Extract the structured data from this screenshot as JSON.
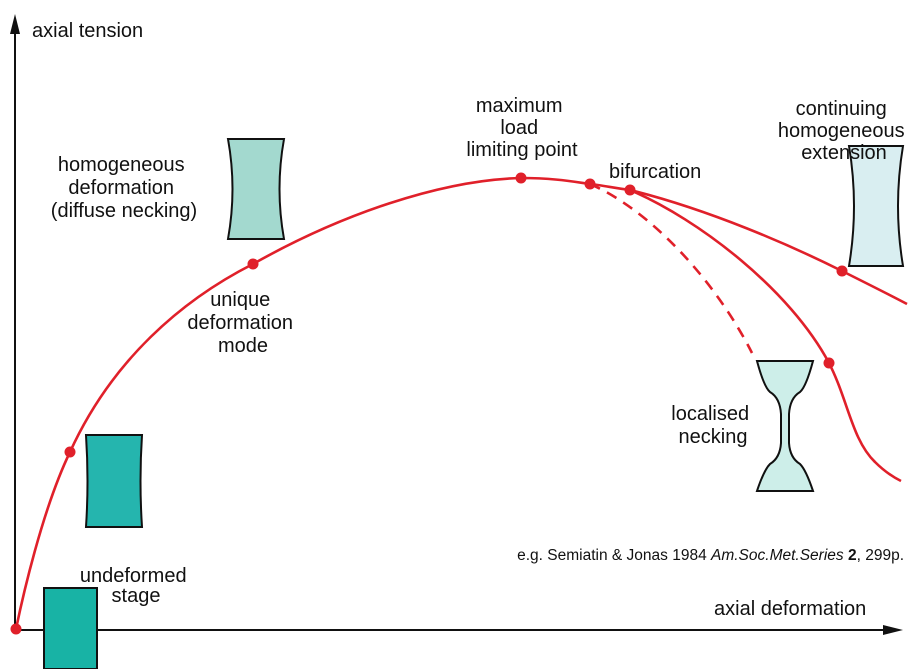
{
  "axes": {
    "y_label": "axial tension",
    "x_label": "axial deformation"
  },
  "labels": {
    "undeformed": [
      "undeformed",
      "stage"
    ],
    "homogeneous": [
      "homogeneous",
      "deformation",
      "(diffuse necking)"
    ],
    "unique": [
      "unique",
      "deformation",
      "mode"
    ],
    "maximum": [
      "maximum",
      "load",
      "limiting point"
    ],
    "bifurcation": "bifurcation",
    "continuing": [
      "continuing",
      "homogeneous",
      "extension"
    ],
    "localised": [
      "localised",
      "necking"
    ]
  },
  "reference": {
    "prefix": "e.g. Semiatin & Jonas 1984 ",
    "journal": "Am.Soc.Met.Series",
    "volume": "2",
    "suffix": ", 299p."
  },
  "colors": {
    "curve": "#e0202a",
    "axis": "#111111",
    "specimen_undeformed": "#18b3a5",
    "specimen_early": "#25b5ae",
    "specimen_homogeneous": "#a3d9cf",
    "specimen_continuing": "#d9eef1",
    "specimen_localised": "#cdeee9"
  }
}
